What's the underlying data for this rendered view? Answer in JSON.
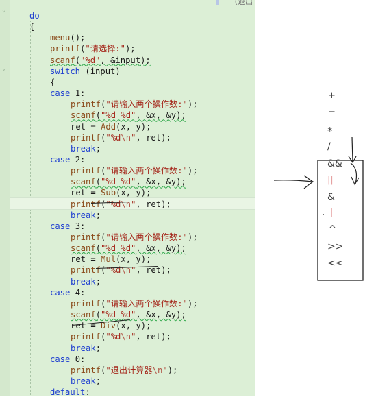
{
  "editor": {
    "top_partial": "（退出",
    "lines": [
      {
        "ind": 0,
        "t": [
          [
            "kw",
            "do"
          ]
        ]
      },
      {
        "ind": 0,
        "t": [
          [
            "p",
            "{"
          ]
        ]
      },
      {
        "ind": 1,
        "t": [
          [
            "fn",
            "menu"
          ],
          [
            "p",
            "();"
          ]
        ]
      },
      {
        "ind": 1,
        "t": [
          [
            "fn",
            "printf"
          ],
          [
            "p",
            "("
          ],
          [
            "str",
            "\"请选择:\""
          ],
          [
            "p",
            ");"
          ]
        ]
      },
      {
        "ind": 1,
        "t": [
          [
            "fn",
            "scanf"
          ],
          [
            "p",
            "("
          ],
          [
            "str",
            "\"%d\""
          ],
          [
            "p",
            ", &input);"
          ]
        ],
        "wavy": true
      },
      {
        "ind": 1,
        "t": [
          [
            "kw",
            "switch"
          ],
          [
            "p",
            " (input)"
          ]
        ]
      },
      {
        "ind": 1,
        "t": [
          [
            "p",
            "{"
          ]
        ]
      },
      {
        "ind": 1,
        "t": [
          [
            "kw",
            "case"
          ],
          [
            "p",
            " 1:"
          ]
        ]
      },
      {
        "ind": 2,
        "t": [
          [
            "fn",
            "printf"
          ],
          [
            "p",
            "("
          ],
          [
            "str",
            "\"请输入两个操作数:\""
          ],
          [
            "p",
            ");"
          ]
        ]
      },
      {
        "ind": 2,
        "t": [
          [
            "fn",
            "scanf"
          ],
          [
            "p",
            "("
          ],
          [
            "str",
            "\"%d %d\""
          ],
          [
            "p",
            ", &x, &y);"
          ]
        ],
        "wavy": true
      },
      {
        "ind": 2,
        "t": [
          [
            "p",
            "ret = "
          ],
          [
            "fn",
            "Add"
          ],
          [
            "p",
            "(x, y);"
          ]
        ]
      },
      {
        "ind": 2,
        "t": [
          [
            "fn",
            "printf"
          ],
          [
            "p",
            "("
          ],
          [
            "str",
            "\"%d"
          ],
          [
            "esc",
            "\\n"
          ],
          [
            "str",
            "\""
          ],
          [
            "p",
            ", ret);"
          ]
        ]
      },
      {
        "ind": 2,
        "t": [
          [
            "kw",
            "break"
          ],
          [
            "p",
            ";"
          ]
        ]
      },
      {
        "ind": 1,
        "t": [
          [
            "kw",
            "case"
          ],
          [
            "p",
            " 2:"
          ]
        ]
      },
      {
        "ind": 2,
        "t": [
          [
            "fn",
            "printf"
          ],
          [
            "p",
            "("
          ],
          [
            "str",
            "\"请输入两个操作数:\""
          ],
          [
            "p",
            ");"
          ]
        ]
      },
      {
        "ind": 2,
        "t": [
          [
            "fn",
            "scanf"
          ],
          [
            "p",
            "("
          ],
          [
            "str",
            "\"%d %d\""
          ],
          [
            "p",
            ", &x, &y);"
          ]
        ],
        "wavy": true
      },
      {
        "ind": 2,
        "t": [
          [
            "p",
            "ret = "
          ],
          [
            "fn",
            "Sub"
          ],
          [
            "p",
            "(x, y);"
          ]
        ]
      },
      {
        "ind": 2,
        "t": [
          [
            "fn",
            "printf"
          ],
          [
            "p",
            "("
          ],
          [
            "str",
            "\"%d"
          ],
          [
            "esc",
            "\\n"
          ],
          [
            "str",
            "\""
          ],
          [
            "p",
            ", ret);"
          ]
        ]
      },
      {
        "ind": 2,
        "t": [
          [
            "kw",
            "break"
          ],
          [
            "p",
            ";"
          ]
        ]
      },
      {
        "ind": 1,
        "t": [
          [
            "kw",
            "case"
          ],
          [
            "p",
            " 3:"
          ]
        ]
      },
      {
        "ind": 2,
        "t": [
          [
            "fn",
            "printf"
          ],
          [
            "p",
            "("
          ],
          [
            "str",
            "\"请输入两个操作数:\""
          ],
          [
            "p",
            ");"
          ]
        ]
      },
      {
        "ind": 2,
        "t": [
          [
            "fn",
            "scanf"
          ],
          [
            "p",
            "("
          ],
          [
            "str",
            "\"%d %d\""
          ],
          [
            "p",
            ", &x, &y);"
          ]
        ],
        "wavy": true
      },
      {
        "ind": 2,
        "t": [
          [
            "p",
            "ret = "
          ],
          [
            "fn",
            "Mul"
          ],
          [
            "p",
            "(x, y);"
          ]
        ]
      },
      {
        "ind": 2,
        "t": [
          [
            "fn",
            "printf"
          ],
          [
            "p",
            "("
          ],
          [
            "str",
            "\"%d"
          ],
          [
            "esc",
            "\\n"
          ],
          [
            "str",
            "\""
          ],
          [
            "p",
            ", ret);"
          ]
        ]
      },
      {
        "ind": 2,
        "t": [
          [
            "kw",
            "break"
          ],
          [
            "p",
            ";"
          ]
        ]
      },
      {
        "ind": 1,
        "t": [
          [
            "kw",
            "case"
          ],
          [
            "p",
            " 4:"
          ]
        ]
      },
      {
        "ind": 2,
        "t": [
          [
            "fn",
            "printf"
          ],
          [
            "p",
            "("
          ],
          [
            "str",
            "\"请输入两个操作数:\""
          ],
          [
            "p",
            ");"
          ]
        ]
      },
      {
        "ind": 2,
        "t": [
          [
            "fn",
            "scanf"
          ],
          [
            "p",
            "("
          ],
          [
            "str",
            "\"%d %d\""
          ],
          [
            "p",
            ", &x, &y);"
          ]
        ],
        "wavy": true
      },
      {
        "ind": 2,
        "t": [
          [
            "p",
            "ret = "
          ],
          [
            "fn",
            "Div"
          ],
          [
            "p",
            "(x, y);"
          ]
        ]
      },
      {
        "ind": 2,
        "t": [
          [
            "fn",
            "printf"
          ],
          [
            "p",
            "("
          ],
          [
            "str",
            "\"%d"
          ],
          [
            "esc",
            "\\n"
          ],
          [
            "str",
            "\""
          ],
          [
            "p",
            ", ret);"
          ]
        ]
      },
      {
        "ind": 2,
        "t": [
          [
            "kw",
            "break"
          ],
          [
            "p",
            ";"
          ]
        ]
      },
      {
        "ind": 1,
        "t": [
          [
            "kw",
            "case"
          ],
          [
            "p",
            " 0:"
          ]
        ]
      },
      {
        "ind": 2,
        "t": [
          [
            "fn",
            "printf"
          ],
          [
            "p",
            "("
          ],
          [
            "str",
            "\"退出计算器"
          ],
          [
            "esc",
            "\\n"
          ],
          [
            "str",
            "\""
          ],
          [
            "p",
            ");"
          ]
        ]
      },
      {
        "ind": 2,
        "t": [
          [
            "kw",
            "break"
          ],
          [
            "p",
            ";"
          ]
        ]
      },
      {
        "ind": 1,
        "t": [
          [
            "kw",
            "default"
          ],
          [
            "p",
            ":"
          ]
        ]
      }
    ]
  },
  "annotation": {
    "operators": [
      "+",
      "−",
      "*",
      "/",
      "&&",
      "||",
      "&",
      "|",
      "^",
      ">>",
      "<<"
    ],
    "dot": "."
  },
  "colors": {
    "editor_bg": "#dcefd6",
    "keyword": "#1f3fd0",
    "function": "#8a4a1a",
    "string": "#a5281c",
    "squiggle": "#2fa84a",
    "ink": "#222222",
    "highlight_pen": "#e6a0a0"
  }
}
